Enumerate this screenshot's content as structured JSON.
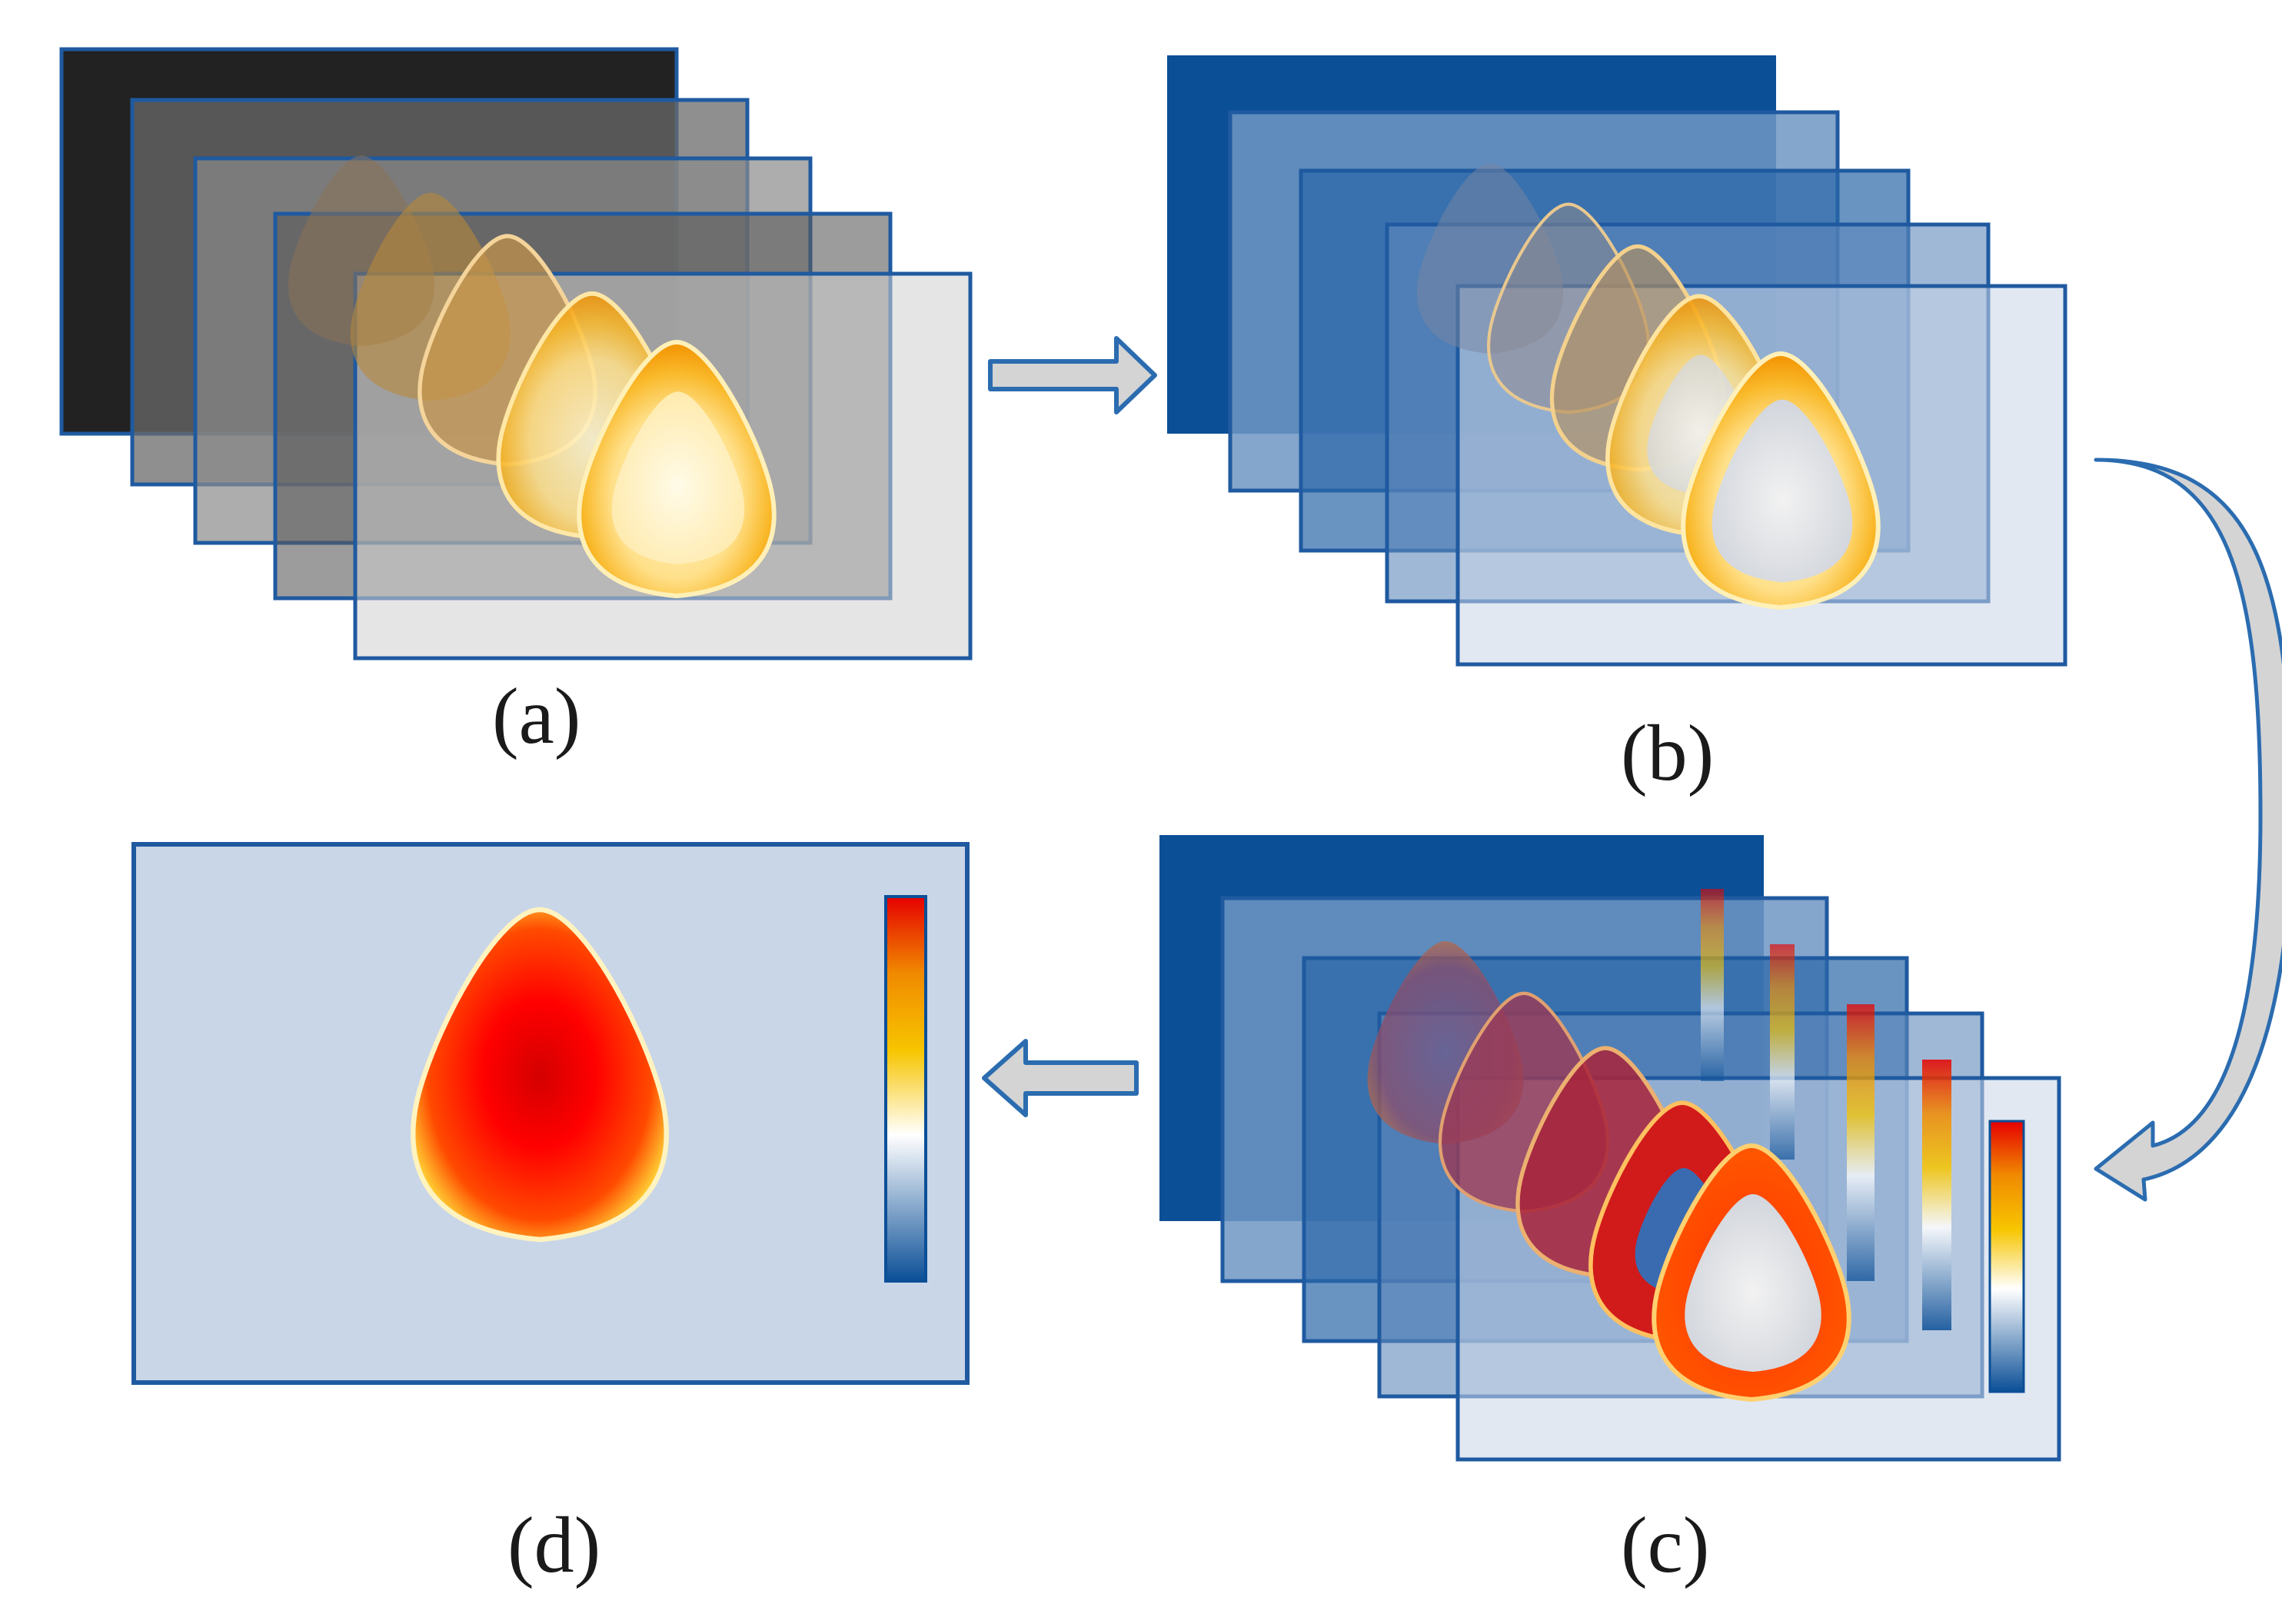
{
  "labels": {
    "a": "(a)",
    "b": "(b)",
    "c": "(c)",
    "d": "(d)"
  },
  "colors": {
    "frame_border": "#1f5aa0",
    "gray_dark": "#222222",
    "gray_light": "#d0d0d0",
    "blue_dark": "#0b4f97",
    "blue_light": "#c9d6e8",
    "arrow_fill": "#d4d4d4",
    "arrow_stroke": "#2b6cb0",
    "colorbar": [
      "#0b4f97",
      "#ffffff",
      "#f7c500",
      "#f08a00",
      "#e60000"
    ]
  },
  "icons": {
    "flow_arrow": "right-arrow-icon",
    "back_arrow": "left-arrow-icon",
    "curved_arrow": "curved-arrow-icon"
  }
}
